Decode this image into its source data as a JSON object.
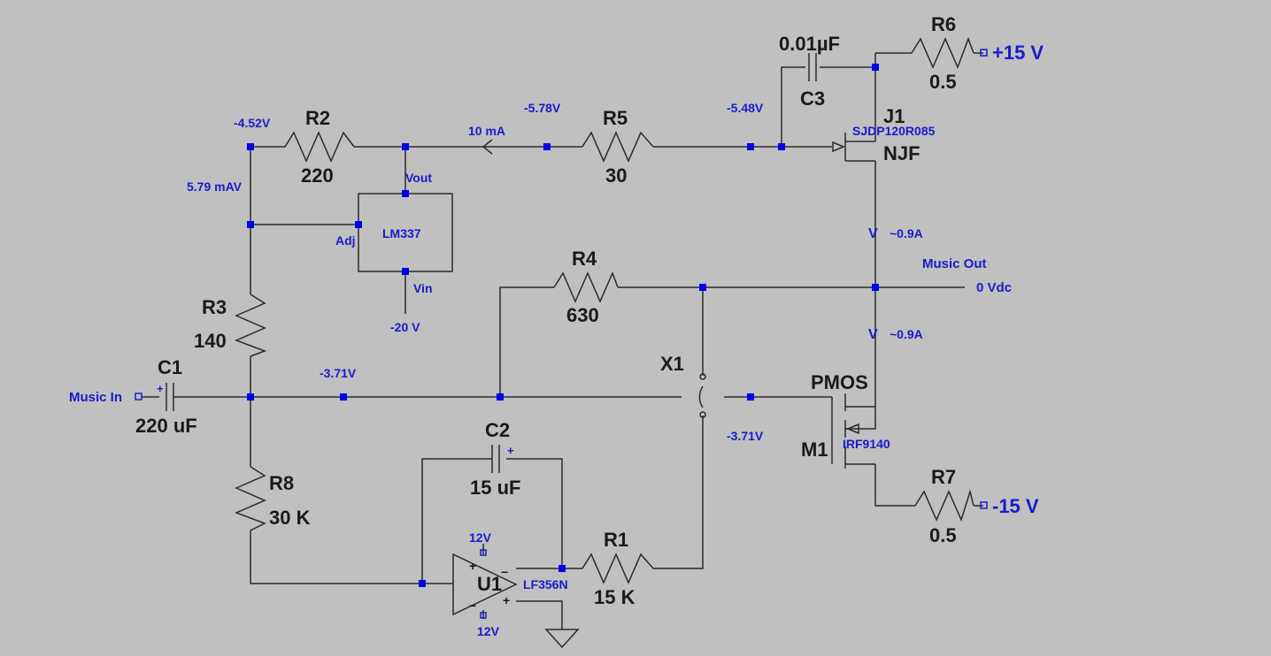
{
  "components": {
    "R2": {
      "ref": "R2",
      "value": "220"
    },
    "R5": {
      "ref": "R5",
      "value": "30"
    },
    "R6": {
      "ref": "R6",
      "value": "0.5"
    },
    "R3": {
      "ref": "R3",
      "value": "140"
    },
    "R4": {
      "ref": "R4",
      "value": "630"
    },
    "R8": {
      "ref": "R8",
      "value": "30 K"
    },
    "R1": {
      "ref": "R1",
      "value": "15 K"
    },
    "R7": {
      "ref": "R7",
      "value": "0.5"
    },
    "C1": {
      "ref": "C1",
      "value": "220 uF"
    },
    "C2": {
      "ref": "C2",
      "value": "15 uF"
    },
    "C3": {
      "ref": "C3",
      "value": "0.01µF"
    },
    "J1": {
      "ref": "J1",
      "part": "SJDP120R085",
      "type": "NJF"
    },
    "M1": {
      "ref": "M1",
      "part": "IRF9140",
      "type": "PMOS"
    },
    "U1": {
      "ref": "U1",
      "part": "LF356N",
      "vpos": "12V",
      "vneg": "12V"
    },
    "X1": {
      "ref": "X1"
    },
    "LM337": {
      "part": "LM337",
      "pin_vout": "Vout",
      "pin_adj": "Adj",
      "pin_vin": "Vin",
      "vin": "-20 V"
    }
  },
  "supplies": {
    "pos": "+15 V",
    "neg": "-15 V"
  },
  "nets": {
    "music_in": "Music In",
    "music_out": "Music Out",
    "out_vdc": "0 Vdc",
    "v_r2_left": "-4.52V",
    "i_r3": "5.79 mAV",
    "i_r5": "10 mA",
    "v_r5_left": "-5.78V",
    "v_r5_right": "-5.48V",
    "v_input": "-3.71V",
    "v_gate": "-3.71V",
    "i_drain_top": "~0.9A",
    "i_drain_bot": "~0.9A",
    "arrow_v_top": "V",
    "arrow_v_bot": "V"
  },
  "colors": {
    "background": "#c0c0c0",
    "wire": "#2a2a2a",
    "net_label": "#1a1acc",
    "junction": "#0000ee"
  }
}
